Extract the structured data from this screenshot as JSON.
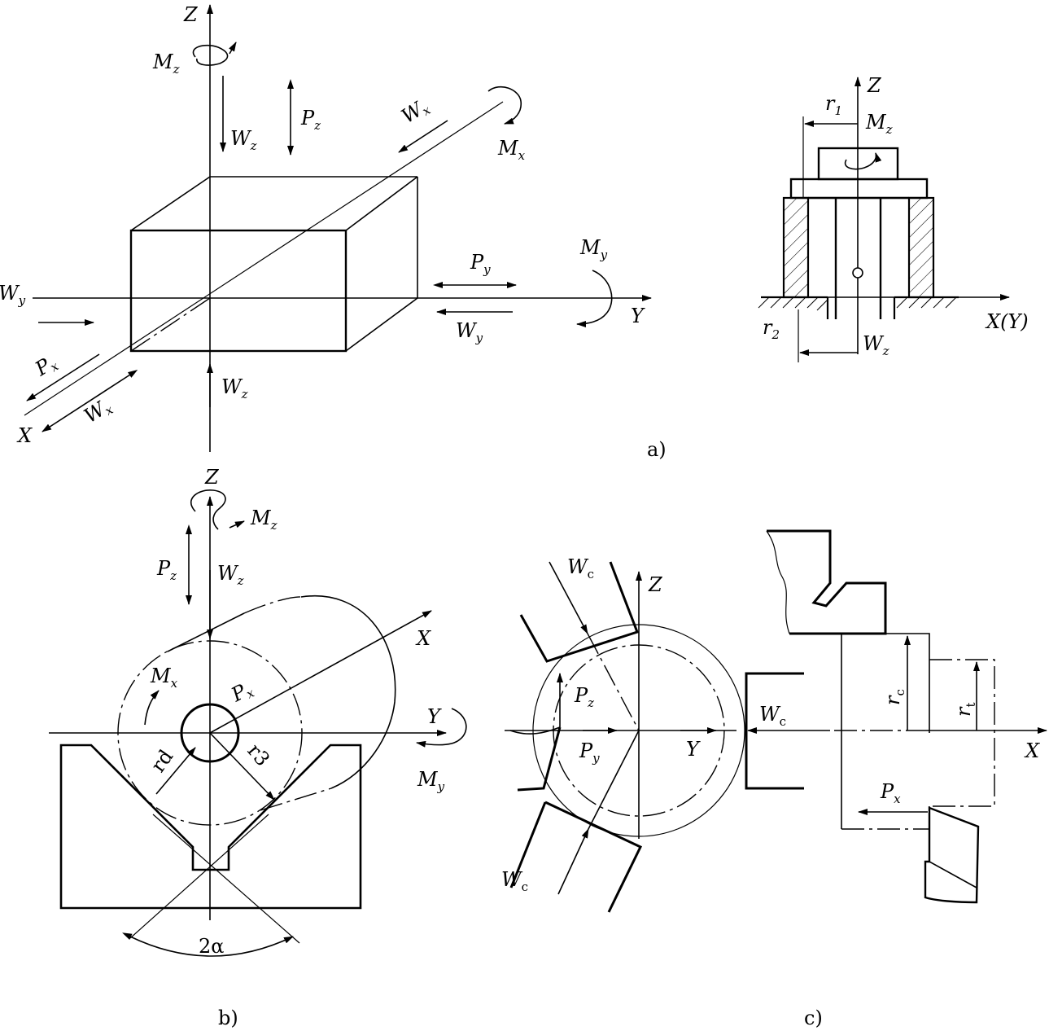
{
  "captions": {
    "a": "a)",
    "b": "b)",
    "c": "c)"
  },
  "a": {
    "axis_z": "Z",
    "axis_y": "Y",
    "axis_x": "X",
    "Mz": [
      "M",
      "z"
    ],
    "Wz_top": [
      "W",
      "z"
    ],
    "Pz": [
      "P",
      "z"
    ],
    "Wx_top": [
      "W",
      "x"
    ],
    "Mx": [
      "M",
      "x"
    ],
    "My": [
      "M",
      "y"
    ],
    "Py": [
      "P",
      "y"
    ],
    "Wy_right": [
      "W",
      "y"
    ],
    "Wy_left": [
      "W",
      "y"
    ],
    "Px": [
      "P",
      "x"
    ],
    "Wx_bot": [
      "W",
      "x"
    ],
    "Wz_bot": [
      "W",
      "z"
    ],
    "side_z": "Z",
    "r1": [
      "r",
      "1"
    ],
    "side_Mz": [
      "M",
      "z"
    ],
    "side_axis": "X(Y)",
    "r2": [
      "r",
      "2"
    ],
    "side_Wz": [
      "W",
      "z"
    ]
  },
  "b": {
    "axis_z": "Z",
    "Mz": [
      "M",
      "z"
    ],
    "Pz": [
      "P",
      "z"
    ],
    "Wz": [
      "W",
      "z"
    ],
    "axis_x": "X",
    "Mx": [
      "M",
      "x"
    ],
    "Px": [
      "P",
      "x"
    ],
    "axis_y": "Y",
    "My": [
      "M",
      "y"
    ],
    "rd": "rd",
    "r3": "r3",
    "angle": "2α"
  },
  "c": {
    "Wc_top": [
      "W",
      "c"
    ],
    "axis_z": "Z",
    "Pz": [
      "P",
      "z"
    ],
    "Wc_right": [
      "W",
      "c"
    ],
    "Py": [
      "P",
      "y"
    ],
    "axis_y": "Y",
    "Wc_bot": [
      "W",
      "c"
    ],
    "rc": [
      "r",
      "c"
    ],
    "rt": [
      "r",
      "t"
    ],
    "axis_x": "X",
    "Px": [
      "P",
      "x"
    ]
  }
}
